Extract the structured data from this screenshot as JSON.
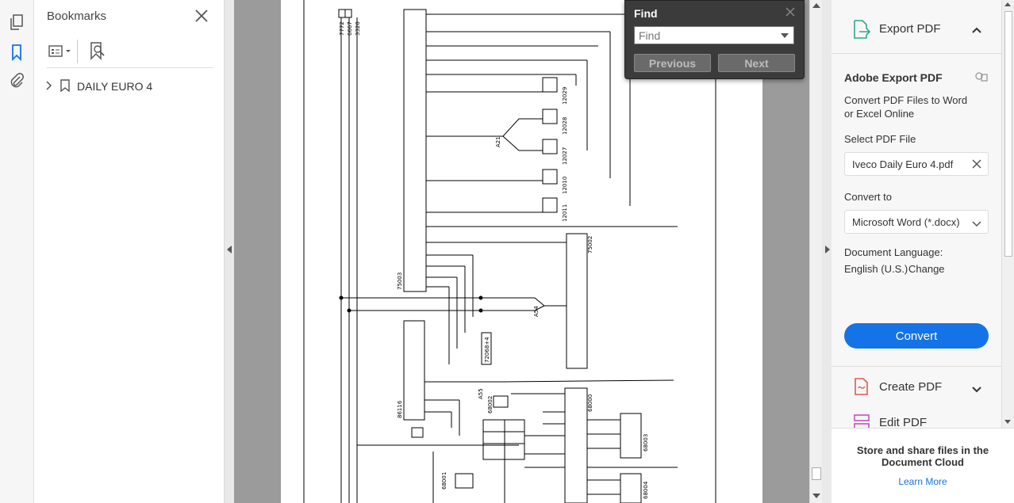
{
  "bookmarks": {
    "title": "Bookmarks",
    "items": [
      {
        "label": "DAILY EURO 4"
      }
    ]
  },
  "find": {
    "title": "Find",
    "placeholder": "Find",
    "previous_label": "Previous",
    "next_label": "Next"
  },
  "tools_pane": {
    "export": {
      "header": "Export PDF",
      "heading": "Adobe Export PDF",
      "description": "Convert PDF Files to Word or Excel Online",
      "select_label": "Select PDF File",
      "file_name": "Iveco Daily Euro 4.pdf",
      "convert_to_label": "Convert to",
      "convert_to_value": "Microsoft Word (*.docx)",
      "doc_language_label": "Document Language:",
      "doc_language_value": "English (U.S.)",
      "change_label": "Change",
      "convert_button": "Convert"
    },
    "create_pdf": "Create PDF",
    "edit_pdf": "Edit PDF",
    "footer_text": "Store and share files in the Document Cloud",
    "learn_more": "Learn More"
  },
  "schematic": {
    "labels": {
      "w1": "7772",
      "w2": "6667",
      "w3": "3320",
      "u1": "75003",
      "u2": "75002",
      "u3": "86116",
      "u4": "72068+4",
      "u5": "68002",
      "j1": "A21",
      "j2": "A54",
      "j3": "A55",
      "m1": "12029",
      "m2": "12028",
      "m3": "12027",
      "m4": "12010",
      "m5": "12011",
      "r1": "68003",
      "r2": "68004",
      "b1": "68001",
      "c1": "68000"
    }
  },
  "colors": {
    "accent": "#1473e6",
    "doc_background": "#9b9b9b",
    "find_dialog": "#3b3b3b"
  },
  "icons": [
    "pages-icon",
    "bookmark-icon",
    "paperclip-icon",
    "close-icon",
    "options-icon",
    "find-bookmark-icon",
    "export-pdf-icon",
    "create-pdf-icon",
    "edit-pdf-icon",
    "chevron-up-icon",
    "chevron-down-icon"
  ]
}
